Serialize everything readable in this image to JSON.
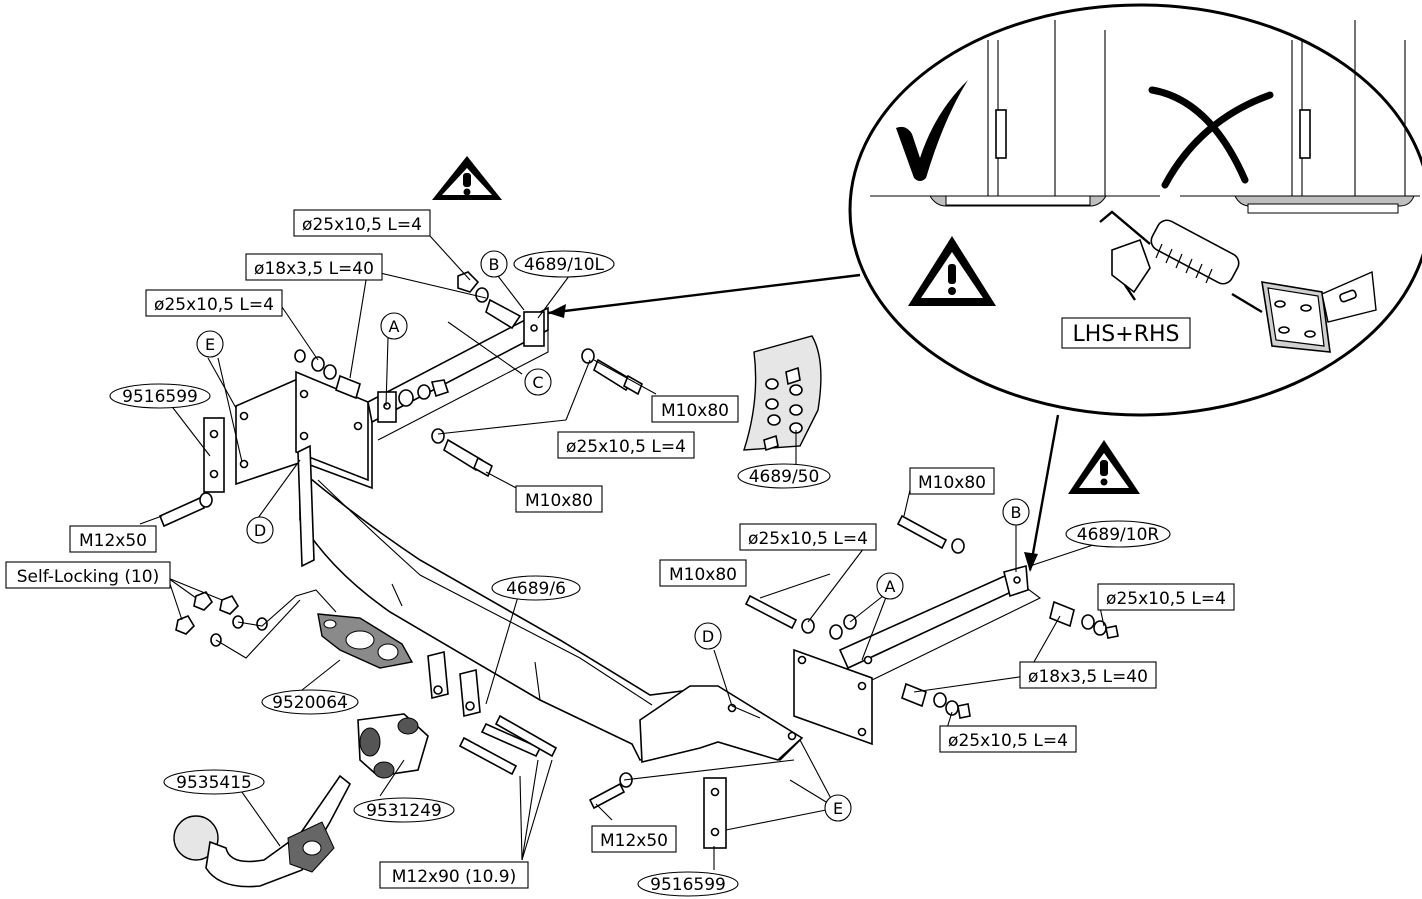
{
  "labels": {
    "washer_tl_top": "ø25x10,5 L=4",
    "spacer_tl": "ø18x3,5 L=40",
    "washer_tl_left": "ø25x10,5 L=4",
    "m10x80_tl_right": "M10x80",
    "washer_tl_mid": "ø25x10,5 L=4",
    "m10x80_tl_bottom": "M10x80",
    "m12x50_left": "M12x50",
    "self_locking": "Self-Locking (10)",
    "m10x80_right_top": "M10x80",
    "washer_right_top": "ø25x10,5 L=4",
    "m10x80_right_left": "M10x80",
    "washer_right_far": "ø25x10,5 L=4",
    "spacer_right": "ø18x3,5 L=40",
    "washer_right_bottom": "ø25x10,5 L=4",
    "m12x50_bottom": "M12x50",
    "m12x90": "M12x90 (10.9)",
    "lhs_rhs": "LHS+RHS"
  },
  "part_numbers": {
    "bracket_left": "4689/10L",
    "bracket_right": "4689/10R",
    "crossbar": "4689/6",
    "bolt_kit": "4689/50",
    "plate_left": "9516599",
    "plate_bottom": "9516599",
    "socket_plate": "9520064",
    "towball": "9535415",
    "lock": "9531249"
  },
  "letters": {
    "a1": "A",
    "b1": "B",
    "c1": "C",
    "d1": "D",
    "e1": "E",
    "a2": "A",
    "b2": "B",
    "d2": "D",
    "e2": "E"
  },
  "icons": [
    "warning-icon",
    "checkmark-icon",
    "cross-icon",
    "sealant-gun-icon"
  ]
}
